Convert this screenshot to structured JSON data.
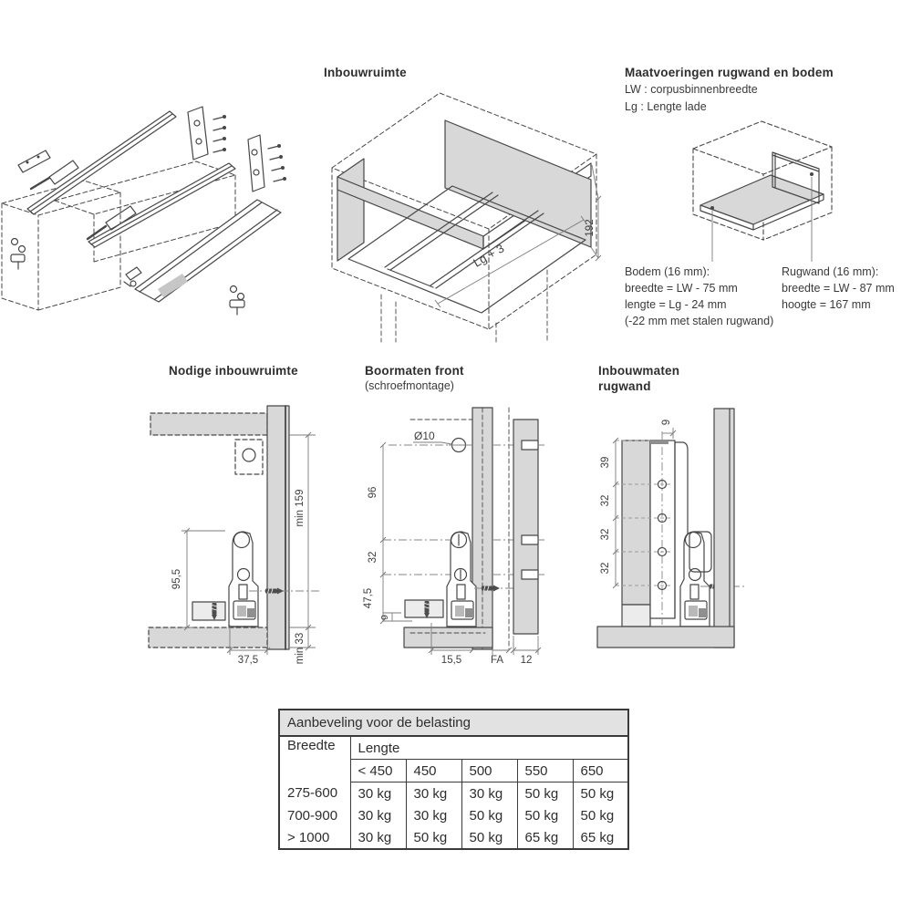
{
  "colors": {
    "line": "#474747",
    "panel_gray": "#d8d8d8",
    "light_gray": "#ececec",
    "table_header_bg": "#e2e2e2",
    "text": "#333333"
  },
  "sections": {
    "inbouwruimte": {
      "title": "Inbouwruimte",
      "dim_height": "192",
      "dim_length": "Lg + 3"
    },
    "maatvoeringen": {
      "title": "Maatvoeringen rugwand en bodem",
      "legend_lw": "LW : corpusbinnenbreedte",
      "legend_lg": "Lg : Lengte lade",
      "bodem_title": "Bodem (16 mm):",
      "bodem_line1": "breedte = LW - 75 mm",
      "bodem_line2": "lengte = Lg - 24 mm",
      "bodem_line3": "(-22 mm met stalen rugwand)",
      "rugwand_title": "Rugwand (16 mm):",
      "rugwand_line1": "breedte = LW - 87 mm",
      "rugwand_line2": "hoogte = 167 mm"
    },
    "nodige": {
      "title": "Nodige inbouwruimte",
      "dim_height": "95,5",
      "dim_width": "37,5",
      "dim_min_top": "min 159",
      "dim_min_bottom": "min 33"
    },
    "boormaten": {
      "title": "Boormaten front",
      "subtitle": "(schroefmontage)",
      "dim_hole": "Ø10",
      "dim_96": "96",
      "dim_32": "32",
      "dim_47_5": "47,5",
      "dim_9": "9",
      "dim_15_5": "15,5",
      "dim_fa": "FA",
      "dim_12": "12"
    },
    "inbouwmaten": {
      "title_line1": "Inbouwmaten",
      "title_line2": "rugwand",
      "dim_9": "9",
      "dim_39": "39",
      "dim_32a": "32",
      "dim_32b": "32",
      "dim_32c": "32"
    }
  },
  "table": {
    "title": "Aanbeveling voor de belasting",
    "breedte_header": "Breedte",
    "lengte_header": "Lengte",
    "length_cols": [
      "< 450",
      "450",
      "500",
      "550",
      "650"
    ],
    "rows": [
      {
        "breedte": "275-600",
        "values": [
          "30 kg",
          "30 kg",
          "30 kg",
          "50 kg",
          "50 kg"
        ]
      },
      {
        "breedte": "700-900",
        "values": [
          "30 kg",
          "30 kg",
          "50 kg",
          "50 kg",
          "50 kg"
        ]
      },
      {
        "breedte": "> 1000",
        "values": [
          "30 kg",
          "50 kg",
          "50 kg",
          "65 kg",
          "65 kg"
        ]
      }
    ]
  }
}
